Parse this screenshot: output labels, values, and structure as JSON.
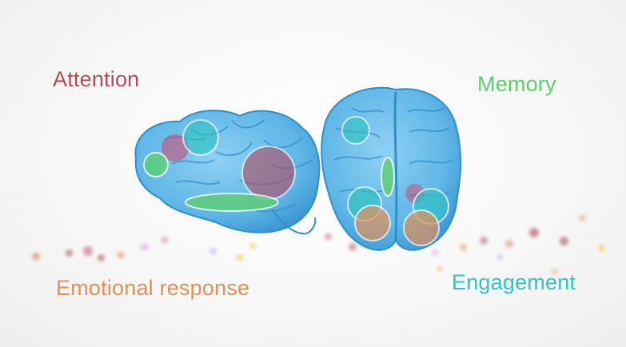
{
  "labels": {
    "attention": "Attention",
    "memory": "Memory",
    "emotional": "Emotional response",
    "engagement": "Engagement"
  },
  "colors": {
    "attention": "#b24a5e",
    "memory": "#5bd06a",
    "emotional": "#e0915a",
    "engagement": "#32c2c2",
    "brain": "#5fb6e6",
    "brain_dark": "#2f8fcd"
  }
}
